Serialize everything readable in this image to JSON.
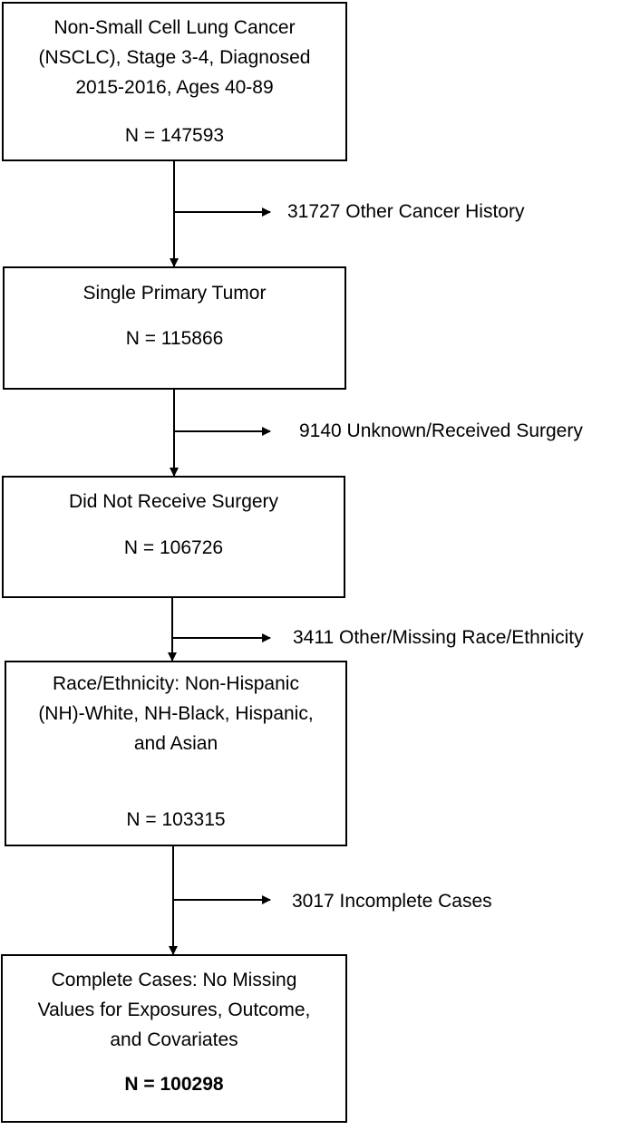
{
  "flowchart": {
    "boxes": [
      {
        "title": "Non-Small Cell Lung Cancer\n(NSCLC), Stage 3-4, Diagnosed\n2015-2016, Ages 40-89",
        "n": "N = 147593"
      },
      {
        "title": "Single Primary Tumor",
        "n": "N = 115866"
      },
      {
        "title": "Did Not Receive Surgery",
        "n": "N = 106726"
      },
      {
        "title": "Race/Ethnicity: Non-Hispanic\n(NH)-White, NH-Black, Hispanic,\nand Asian",
        "n": "N = 103315"
      },
      {
        "title": "Complete Cases: No Missing\nValues for Exposures, Outcome,\nand Covariates",
        "n": "N = 100298"
      }
    ],
    "exclusions": [
      "31727 Other Cancer History",
      "9140 Unknown/Received Surgery",
      "3411 Other/Missing Race/Ethnicity",
      "3017 Incomplete Cases"
    ]
  }
}
